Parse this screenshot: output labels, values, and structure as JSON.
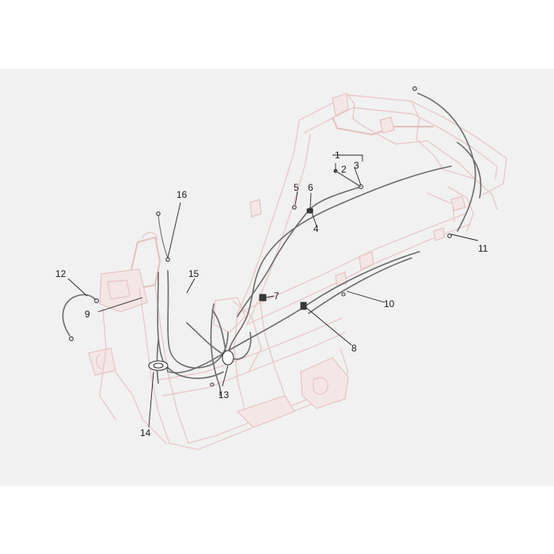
{
  "callouts": [
    {
      "id": "1",
      "label": "1"
    },
    {
      "id": "2",
      "label": "2"
    },
    {
      "id": "3",
      "label": "3"
    },
    {
      "id": "4",
      "label": "4"
    },
    {
      "id": "5",
      "label": "5"
    },
    {
      "id": "6",
      "label": "6"
    },
    {
      "id": "7",
      "label": "7"
    },
    {
      "id": "8",
      "label": "8"
    },
    {
      "id": "9",
      "label": "9"
    },
    {
      "id": "10",
      "label": "10"
    },
    {
      "id": "11",
      "label": "11"
    },
    {
      "id": "12",
      "label": "12"
    },
    {
      "id": "13",
      "label": "13"
    },
    {
      "id": "14",
      "label": "14"
    },
    {
      "id": "15",
      "label": "15"
    },
    {
      "id": "16",
      "label": "16"
    }
  ],
  "colors": {
    "frame_lines": "#e9c9c9",
    "cables": "#6b6b6b",
    "background_panel": "#f1f1f1",
    "labels": "#1a1a1a"
  }
}
